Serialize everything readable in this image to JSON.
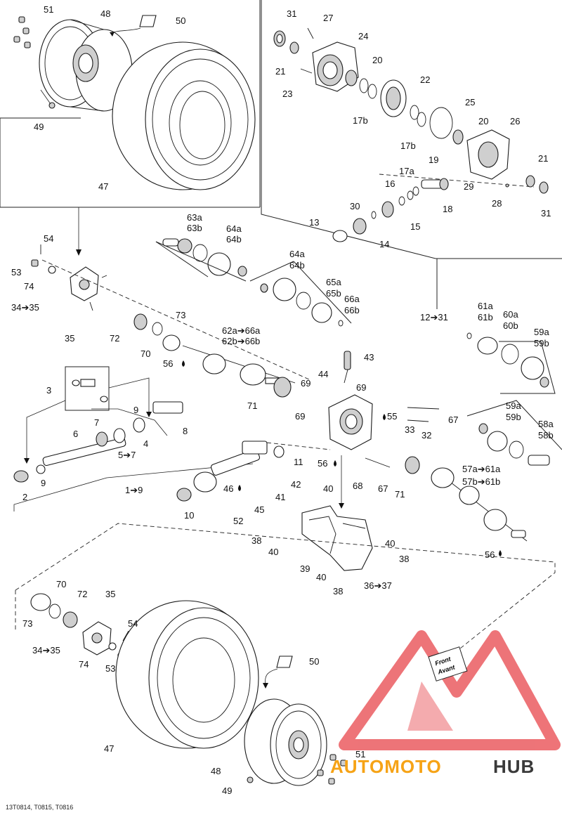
{
  "diagram_code": "13T0814, T0815, T0816",
  "watermark": {
    "brand_a": "AUTOMOTO",
    "brand_b": "HUB",
    "color_a": "#f6a316",
    "color_b": "#3a3a3a",
    "mark_color": "#e8464b"
  },
  "front_label": {
    "line1": "Front",
    "line2": "Avant"
  },
  "callouts": {
    "c51a": "51",
    "c48a": "48",
    "c50a": "50",
    "c49a": "49",
    "c47a": "47",
    "c31a": "31",
    "c27": "27",
    "c24": "24",
    "c21a": "21",
    "c20a": "20",
    "c23": "23",
    "c22": "22",
    "c17b_a": "17b",
    "c25": "25",
    "c17b_b": "17b",
    "c20b": "20",
    "c26": "26",
    "c19": "19",
    "c17a": "17a",
    "c16": "16",
    "c29": "29",
    "c21b": "21",
    "c30": "30",
    "c18": "18",
    "c28": "28",
    "c31b": "31",
    "c13": "13",
    "c15": "15",
    "c14": "14",
    "c54a": "54",
    "c53a": "53",
    "c74a": "74",
    "c3435a": "34➔35",
    "c35a": "35",
    "c63a": "63a",
    "c63b": "63b",
    "c64a1": "64a",
    "c64b1": "64b",
    "c64a2": "64a",
    "c64b2": "64b",
    "c65a": "65a",
    "c65b": "65b",
    "c66a": "66a",
    "c66b": "66b",
    "c73a": "73",
    "c72a": "72",
    "c70a": "70",
    "c56a": "56",
    "c62a": "62a➔66a",
    "c62b": "62b➔66b",
    "c71a": "71",
    "c1231": "12➔31",
    "c61a": "61a",
    "c61b": "61b",
    "c60a": "60a",
    "c60b": "60b",
    "c59a1": "59a",
    "c59b1": "59b",
    "c43": "43",
    "c44": "44",
    "c69a": "69",
    "c69b": "69",
    "c69c": "69",
    "c55": "55",
    "c67a": "67",
    "c33": "33",
    "c32": "32",
    "c59a2": "59a",
    "c59b2": "59b",
    "c58a": "58a",
    "c58b": "58b",
    "c3": "3",
    "c9a": "9",
    "c7": "7",
    "c6": "6",
    "c8": "8",
    "c4": "4",
    "c57": "5➔7",
    "c2": "2",
    "c9b": "9",
    "c19b": "1➔9",
    "c11": "11",
    "c56b": "56",
    "c42": "42",
    "c46": "46",
    "c41": "41",
    "c68": "68",
    "c67b": "67",
    "c71b": "71",
    "c57a": "57a➔61a",
    "c57b": "57b➔61b",
    "c10": "10",
    "c45": "45",
    "c52": "52",
    "c40a": "40",
    "c38a": "38",
    "c40b": "40",
    "c40c": "40",
    "c38b": "38",
    "c39": "39",
    "c40d": "40",
    "c3637": "36➔37",
    "c38c": "38",
    "c56c": "56",
    "c70b": "70",
    "c72b": "72",
    "c35b": "35",
    "c73b": "73",
    "c54b": "54",
    "c3435b": "34➔35",
    "c74b": "74",
    "c53b": "53",
    "c50b": "50",
    "c47b": "47",
    "c48b": "48",
    "c51b": "51",
    "c49b": "49"
  }
}
